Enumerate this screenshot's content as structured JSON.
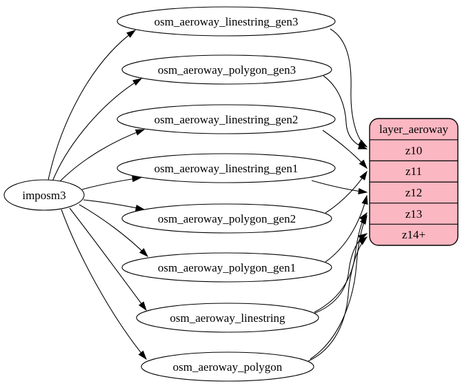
{
  "diagram": {
    "source": {
      "label": "imposm3"
    },
    "tables": [
      {
        "id": "osm_aeroway_linestring_gen3",
        "label": "osm_aeroway_linestring_gen3"
      },
      {
        "id": "osm_aeroway_polygon_gen3",
        "label": "osm_aeroway_polygon_gen3"
      },
      {
        "id": "osm_aeroway_linestring_gen2",
        "label": "osm_aeroway_linestring_gen2"
      },
      {
        "id": "osm_aeroway_linestring_gen1",
        "label": "osm_aeroway_linestring_gen1"
      },
      {
        "id": "osm_aeroway_polygon_gen2",
        "label": "osm_aeroway_polygon_gen2"
      },
      {
        "id": "osm_aeroway_polygon_gen1",
        "label": "osm_aeroway_polygon_gen1"
      },
      {
        "id": "osm_aeroway_linestring",
        "label": "osm_aeroway_linestring"
      },
      {
        "id": "osm_aeroway_polygon",
        "label": "osm_aeroway_polygon"
      }
    ],
    "layer": {
      "title": "layer_aeroway",
      "rows": [
        "z10",
        "z11",
        "z12",
        "z13",
        "z14+"
      ]
    },
    "edges": [
      {
        "from": "imposm3",
        "to": "osm_aeroway_linestring_gen3"
      },
      {
        "from": "imposm3",
        "to": "osm_aeroway_polygon_gen3"
      },
      {
        "from": "imposm3",
        "to": "osm_aeroway_linestring_gen2"
      },
      {
        "from": "imposm3",
        "to": "osm_aeroway_linestring_gen1"
      },
      {
        "from": "imposm3",
        "to": "osm_aeroway_polygon_gen2"
      },
      {
        "from": "imposm3",
        "to": "osm_aeroway_polygon_gen1"
      },
      {
        "from": "imposm3",
        "to": "osm_aeroway_linestring"
      },
      {
        "from": "imposm3",
        "to": "osm_aeroway_polygon"
      },
      {
        "from": "osm_aeroway_linestring_gen3",
        "to": "layer_aeroway:z10"
      },
      {
        "from": "osm_aeroway_polygon_gen3",
        "to": "layer_aeroway:z10"
      },
      {
        "from": "osm_aeroway_linestring_gen2",
        "to": "layer_aeroway:z11"
      },
      {
        "from": "osm_aeroway_polygon_gen2",
        "to": "layer_aeroway:z11"
      },
      {
        "from": "osm_aeroway_linestring_gen1",
        "to": "layer_aeroway:z12"
      },
      {
        "from": "osm_aeroway_polygon_gen1",
        "to": "layer_aeroway:z12"
      },
      {
        "from": "osm_aeroway_linestring",
        "to": "layer_aeroway:z13"
      },
      {
        "from": "osm_aeroway_polygon",
        "to": "layer_aeroway:z13"
      },
      {
        "from": "osm_aeroway_linestring",
        "to": "layer_aeroway:z14+"
      },
      {
        "from": "osm_aeroway_polygon",
        "to": "layer_aeroway:z14+"
      }
    ],
    "colors": {
      "layer_fill": "#fbb7c2",
      "node_fill": "#ffffff",
      "edge_stroke": "#000000"
    }
  }
}
